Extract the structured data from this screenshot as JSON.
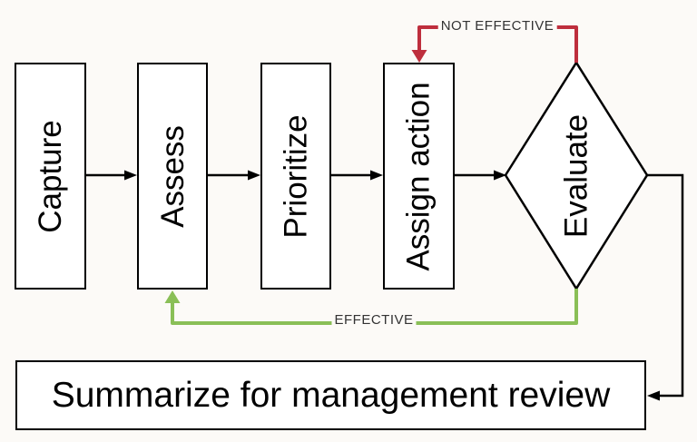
{
  "flowchart": {
    "nodes": [
      {
        "id": "capture",
        "type": "process",
        "label": "Capture"
      },
      {
        "id": "assess",
        "type": "process",
        "label": "Assess"
      },
      {
        "id": "prioritize",
        "type": "process",
        "label": "Prioritize"
      },
      {
        "id": "assign-action",
        "type": "process",
        "label": "Assign action"
      },
      {
        "id": "evaluate",
        "type": "decision",
        "label": "Evaluate"
      },
      {
        "id": "summary",
        "type": "process",
        "label": "Summarize for management review"
      }
    ],
    "edges": [
      {
        "from": "capture",
        "to": "assess",
        "label": "",
        "color": "black"
      },
      {
        "from": "assess",
        "to": "prioritize",
        "label": "",
        "color": "black"
      },
      {
        "from": "prioritize",
        "to": "assign-action",
        "label": "",
        "color": "black"
      },
      {
        "from": "assign-action",
        "to": "evaluate",
        "label": "",
        "color": "black"
      },
      {
        "from": "evaluate",
        "to": "assign-action",
        "label": "NOT EFFECTIVE",
        "color": "red"
      },
      {
        "from": "evaluate",
        "to": "assess",
        "label": "EFFECTIVE",
        "color": "green"
      },
      {
        "from": "evaluate",
        "to": "summary",
        "label": "",
        "color": "black"
      }
    ]
  },
  "colors": {
    "line": "#000000",
    "red": "#BE2E3D",
    "green": "#8ABF57",
    "label": "#333333",
    "bg": "#FCFAF7",
    "node_bg": "#FFFFFF"
  }
}
